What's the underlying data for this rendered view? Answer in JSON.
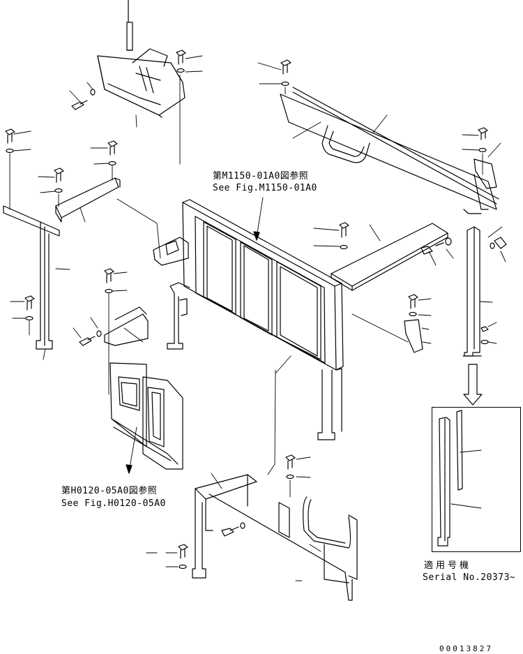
{
  "references": {
    "frame_ref_line1": "第M1150-01A0図参照",
    "frame_ref_line2": "See Fig.M1150-01A0",
    "step_ref_line1": "第H0120-05A0図参照",
    "step_ref_line2": "See Fig.H0120-05A0"
  },
  "serial_note": {
    "line1": "適用号機",
    "line2": "Serial No.20373~"
  },
  "document_number": "00013827"
}
